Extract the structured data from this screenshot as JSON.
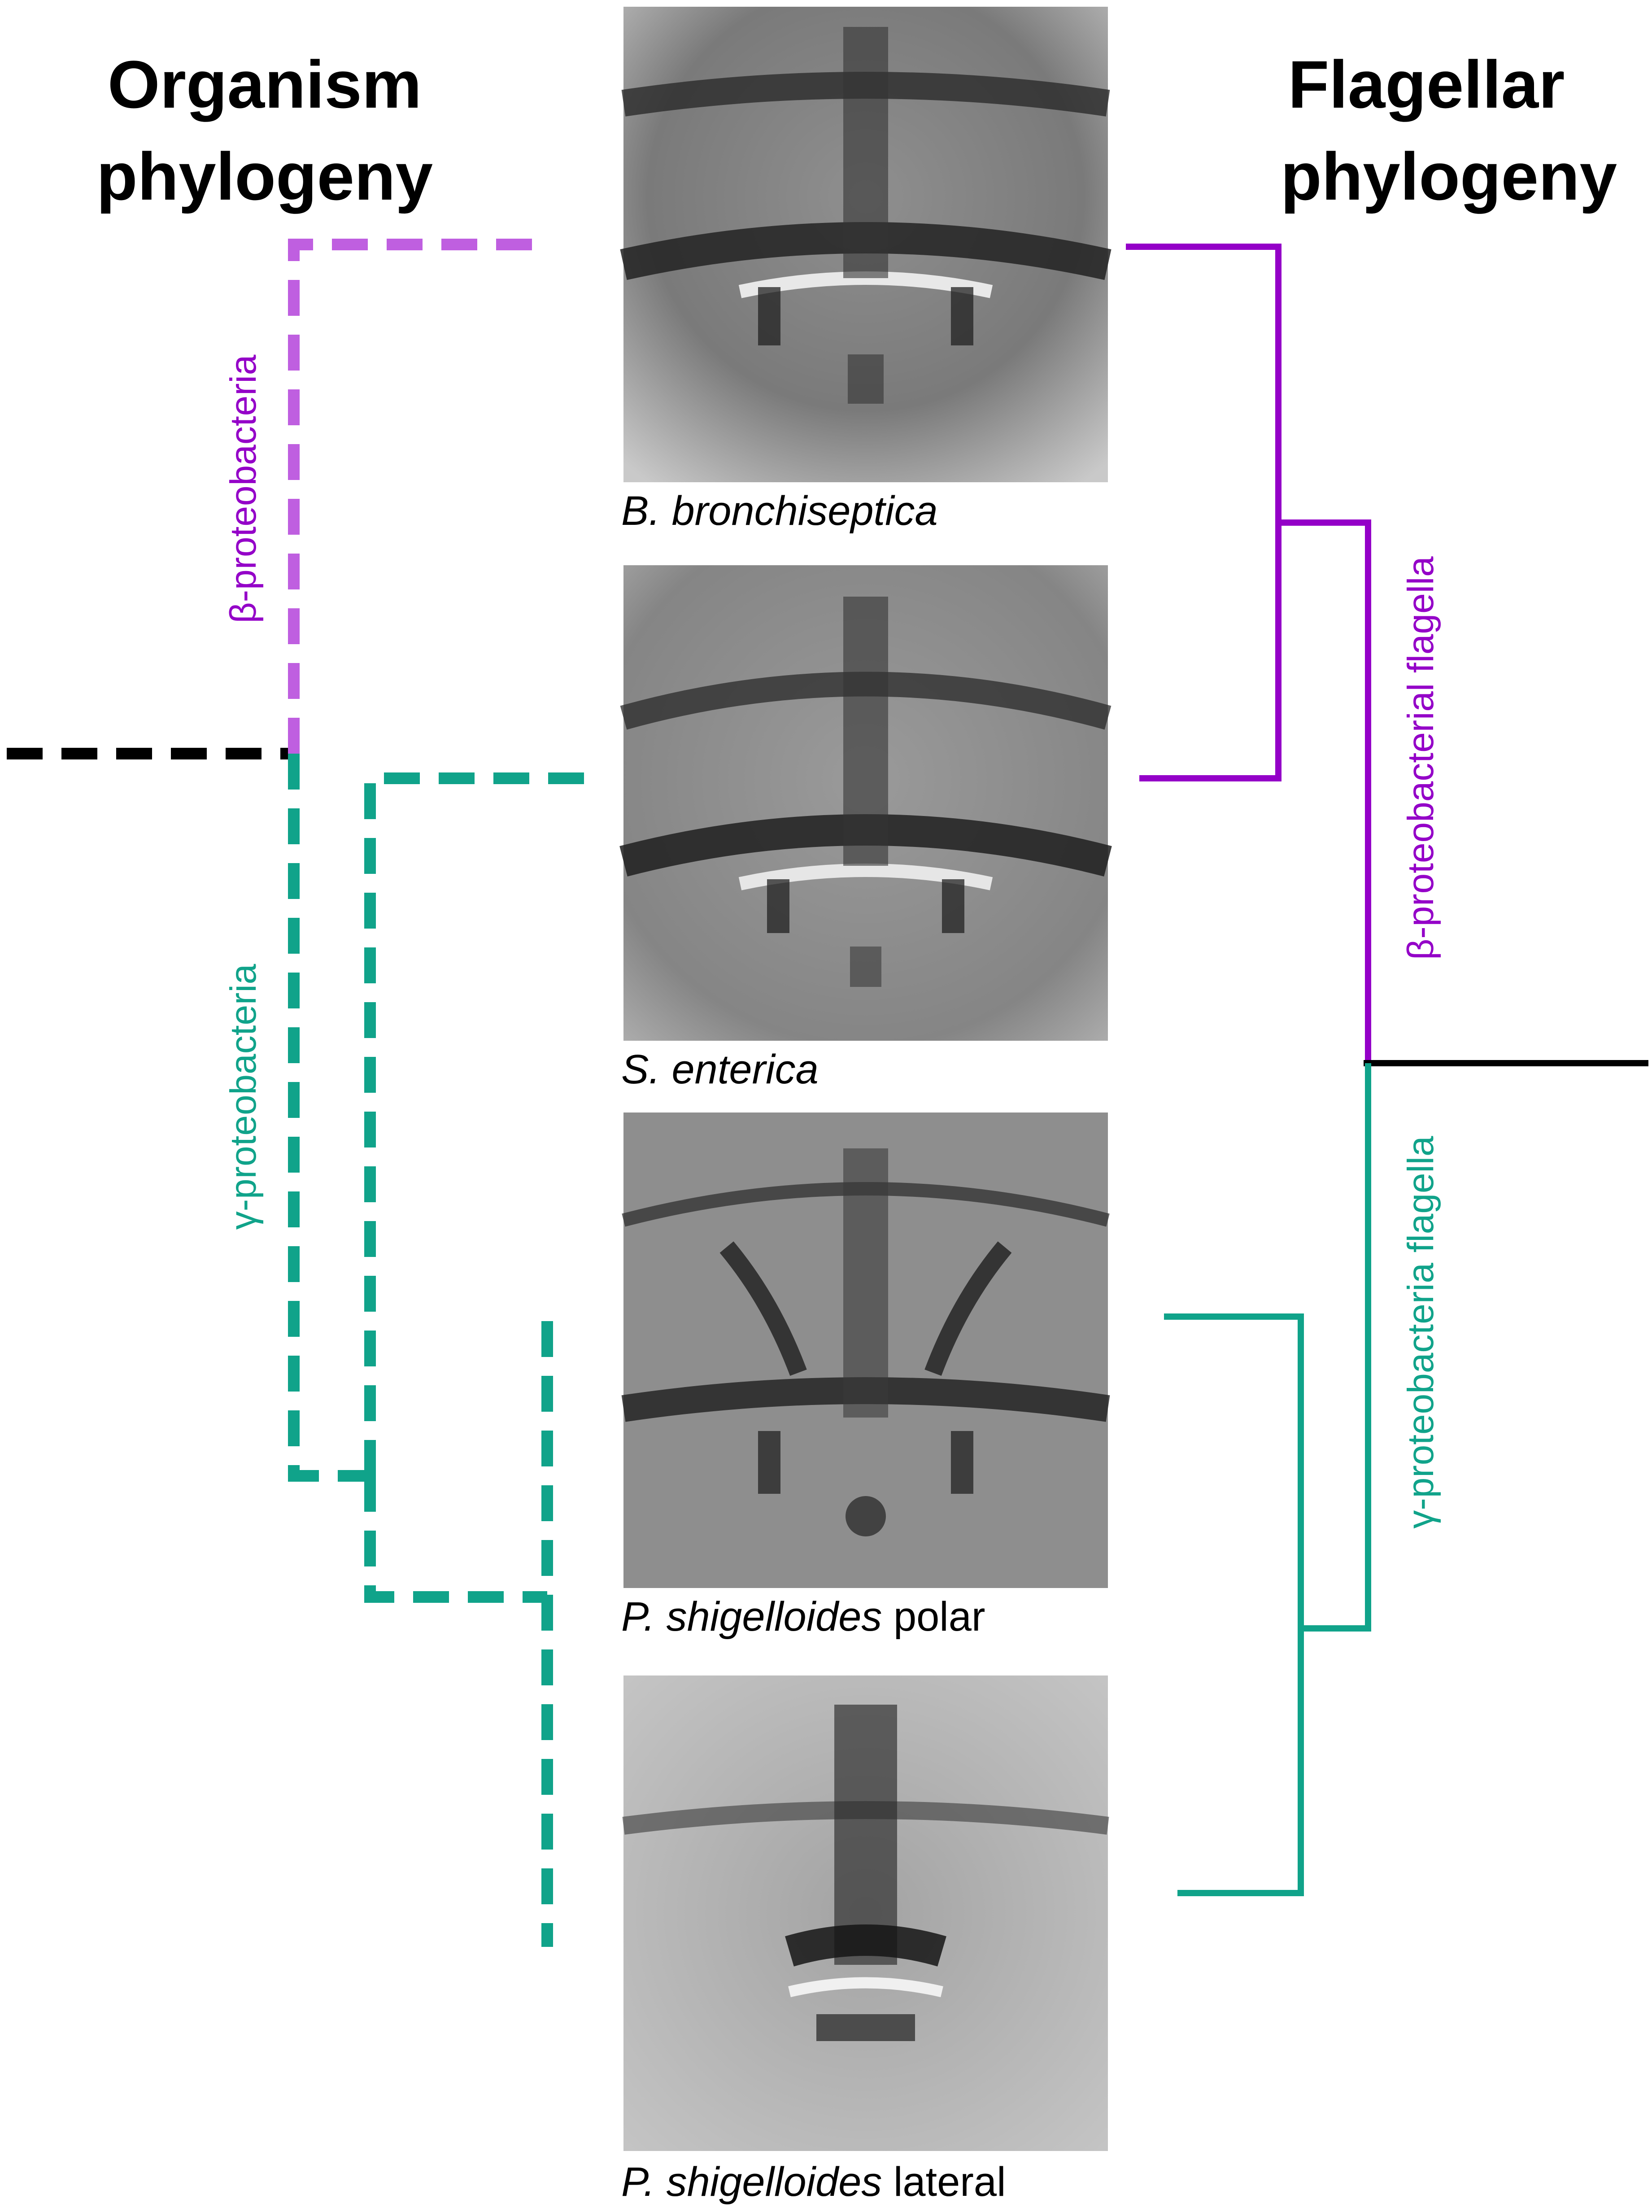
{
  "titles": {
    "left_line1": "Organism",
    "left_line2": "phylogeny",
    "right_line1": "Flagellar",
    "right_line2": "phylogeny"
  },
  "labels": {
    "beta_organism": "β-proteobacteria",
    "gamma_organism": "γ-proteobacteria",
    "beta_flagella": "β-proteobacterial flagella",
    "gamma_flagella": "γ-proteobacteria flagella"
  },
  "panels": [
    {
      "species": "B. bronchiseptica",
      "suffix": ""
    },
    {
      "species": "S. enterica",
      "suffix": ""
    },
    {
      "species": "P. shigelloides",
      "suffix": " polar"
    },
    {
      "species": "P. shigelloides",
      "suffix": " lateral"
    }
  ],
  "colors": {
    "beta_purple": "#9400c8",
    "beta_purple_light": "#bf5fe0",
    "gamma_teal": "#10a38a",
    "root_black": "#000000"
  }
}
